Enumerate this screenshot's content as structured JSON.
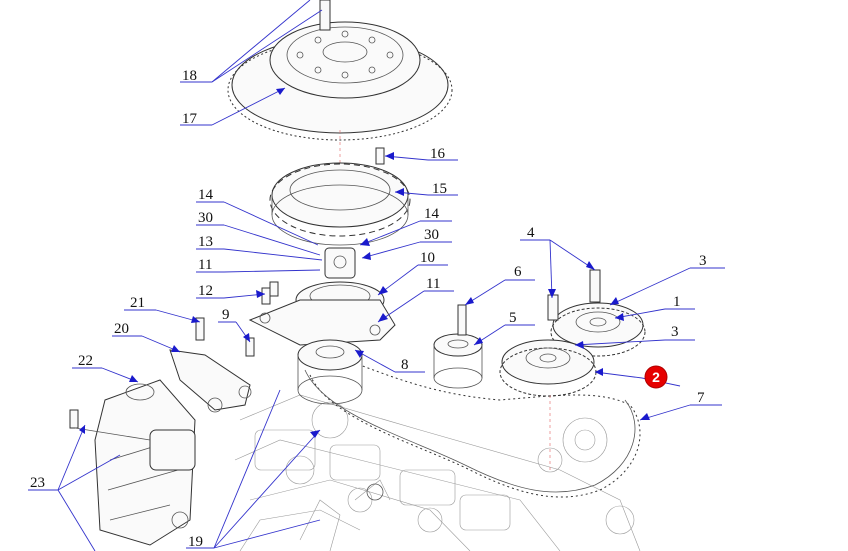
{
  "diagram": {
    "callouts": [
      {
        "id": "c18",
        "text": "18"
      },
      {
        "id": "c17",
        "text": "17"
      },
      {
        "id": "c16",
        "text": "16"
      },
      {
        "id": "c15",
        "text": "15"
      },
      {
        "id": "c14a",
        "text": "14"
      },
      {
        "id": "c30a",
        "text": "30"
      },
      {
        "id": "c14b",
        "text": "14"
      },
      {
        "id": "c13",
        "text": "13"
      },
      {
        "id": "c30b",
        "text": "30"
      },
      {
        "id": "c11a",
        "text": "11"
      },
      {
        "id": "c10",
        "text": "10"
      },
      {
        "id": "c12",
        "text": "12"
      },
      {
        "id": "c11b",
        "text": "11"
      },
      {
        "id": "c4",
        "text": "4"
      },
      {
        "id": "c3a",
        "text": "3"
      },
      {
        "id": "c6",
        "text": "6"
      },
      {
        "id": "c1",
        "text": "1"
      },
      {
        "id": "c21",
        "text": "21"
      },
      {
        "id": "c9",
        "text": "9"
      },
      {
        "id": "c5",
        "text": "5"
      },
      {
        "id": "c3b",
        "text": "3"
      },
      {
        "id": "c20",
        "text": "20"
      },
      {
        "id": "c22",
        "text": "22"
      },
      {
        "id": "c8",
        "text": "8"
      },
      {
        "id": "c7",
        "text": "7"
      },
      {
        "id": "c23",
        "text": "23"
      },
      {
        "id": "c19",
        "text": "19"
      }
    ],
    "highlight": {
      "text": "2",
      "color": "#e60000"
    }
  }
}
